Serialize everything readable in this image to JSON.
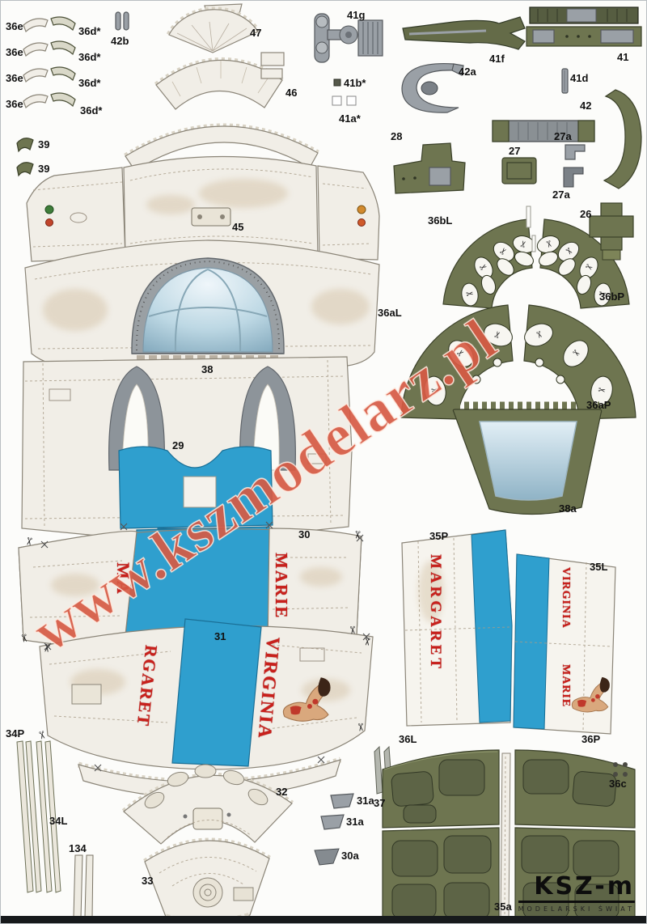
{
  "watermark": {
    "text": "www.kszmodelarz.pl",
    "color": "#d0442c"
  },
  "logo": {
    "name": "KSZ-m",
    "subtitle": "MODELARSKI ŚWIAT"
  },
  "icons": {
    "scissors": "✂"
  },
  "colors": {
    "olive": "#6e7550",
    "skin": "#f1eee7",
    "blue": "#2f9fce",
    "gray": "#9aa0a6",
    "red": "#c8201c"
  },
  "part_names": {
    "margaret": "MARGARET",
    "virginia": "VIRGINIA",
    "marie": "MARIE",
    "margaret_start": "MA",
    "margaret_rest": "RGARET"
  },
  "labels": [
    {
      "text": "36e"
    },
    {
      "text": "36e"
    },
    {
      "text": "36e"
    },
    {
      "text": "36e"
    },
    {
      "text": "36d*"
    },
    {
      "text": "36d*"
    },
    {
      "text": "36d*"
    },
    {
      "text": "36d*"
    },
    {
      "text": "42b"
    },
    {
      "text": "39"
    },
    {
      "text": "39"
    },
    {
      "text": "47"
    },
    {
      "text": "46"
    },
    {
      "text": "45"
    },
    {
      "text": "41g"
    },
    {
      "text": "41f"
    },
    {
      "text": "41"
    },
    {
      "text": "42a"
    },
    {
      "text": "41d"
    },
    {
      "text": "42"
    },
    {
      "text": "41b*"
    },
    {
      "text": "41a*"
    },
    {
      "text": "28"
    },
    {
      "text": "27"
    },
    {
      "text": "27a"
    },
    {
      "text": "27a"
    },
    {
      "text": "26"
    },
    {
      "text": "36bL"
    },
    {
      "text": "36bP"
    },
    {
      "text": "36aL"
    },
    {
      "text": "36aP"
    },
    {
      "text": "38"
    },
    {
      "text": "38a"
    },
    {
      "text": "29"
    },
    {
      "text": "30"
    },
    {
      "text": "35P"
    },
    {
      "text": "35L"
    },
    {
      "text": "31"
    },
    {
      "text": "34P"
    },
    {
      "text": "34L"
    },
    {
      "text": "134"
    },
    {
      "text": "32"
    },
    {
      "text": "37"
    },
    {
      "text": "31a"
    },
    {
      "text": "31a"
    },
    {
      "text": "30a"
    },
    {
      "text": "33"
    },
    {
      "text": "36L"
    },
    {
      "text": "36P"
    },
    {
      "text": "36c"
    },
    {
      "text": "35a"
    }
  ]
}
